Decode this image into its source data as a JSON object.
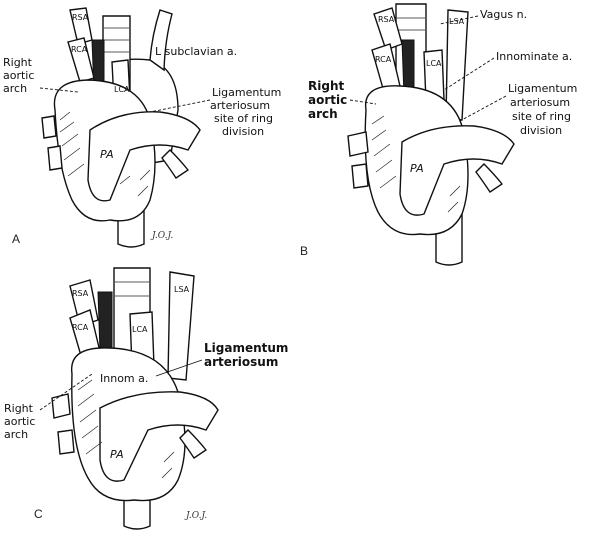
{
  "figure": {
    "panel_a": {
      "letter": "A",
      "vessel_tags": [
        "RSA",
        "RCA",
        "LCA",
        "PA"
      ],
      "labels": {
        "right_aortic_arch": [
          "Right",
          "aortic",
          "arch"
        ],
        "l_subclavian": "L subclavian a.",
        "ligamentum": [
          "Ligamentum",
          "arteriosum",
          "site of ring",
          "division"
        ]
      },
      "signature": "J.O.J."
    },
    "panel_b": {
      "letter": "B",
      "vessel_tags": [
        "RSA",
        "RCA",
        "LCA",
        "LSA",
        "PA"
      ],
      "labels": {
        "vagus": "Vagus n.",
        "innominate": "Innominate a.",
        "right_aortic_arch": [
          "Right",
          "aortic",
          "arch"
        ],
        "ligamentum": [
          "Ligamentum",
          "arteriosum",
          "site of ring",
          "division"
        ]
      }
    },
    "panel_c": {
      "letter": "C",
      "vessel_tags": [
        "RSA",
        "RCA",
        "LCA",
        "LSA",
        "PA"
      ],
      "innom_tag": "Innom a.",
      "labels": {
        "ligamentum": [
          "Ligamentum",
          "arteriosum"
        ],
        "right_aortic_arch": [
          "Right",
          "aortic",
          "arch"
        ]
      },
      "signature": "J.O.J."
    }
  }
}
